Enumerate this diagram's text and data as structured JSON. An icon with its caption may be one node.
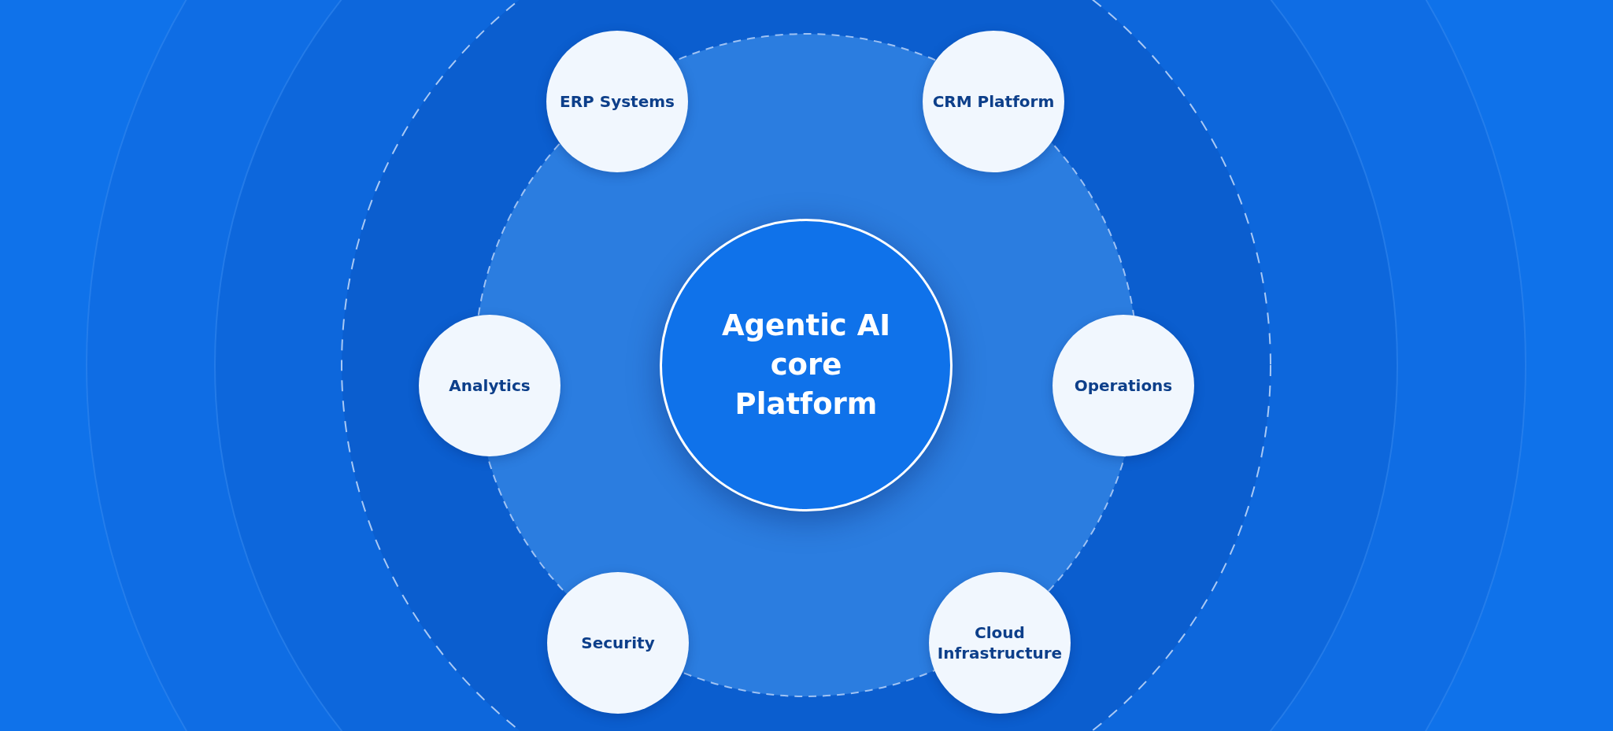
{
  "diagram": {
    "nodes": [
      {
        "text": [
          "Agentic AI core Platform"
        ]
      },
      {
        "text": [
          "ERP Systems"
        ]
      },
      {
        "text": [
          "CRM Platform"
        ]
      },
      {
        "text": [
          "Analytics"
        ]
      },
      {
        "text": [
          "Operations"
        ]
      },
      {
        "text": [
          "Security"
        ]
      },
      {
        "text": [
          "Cloud Infrastructure"
        ]
      }
    ]
  }
}
